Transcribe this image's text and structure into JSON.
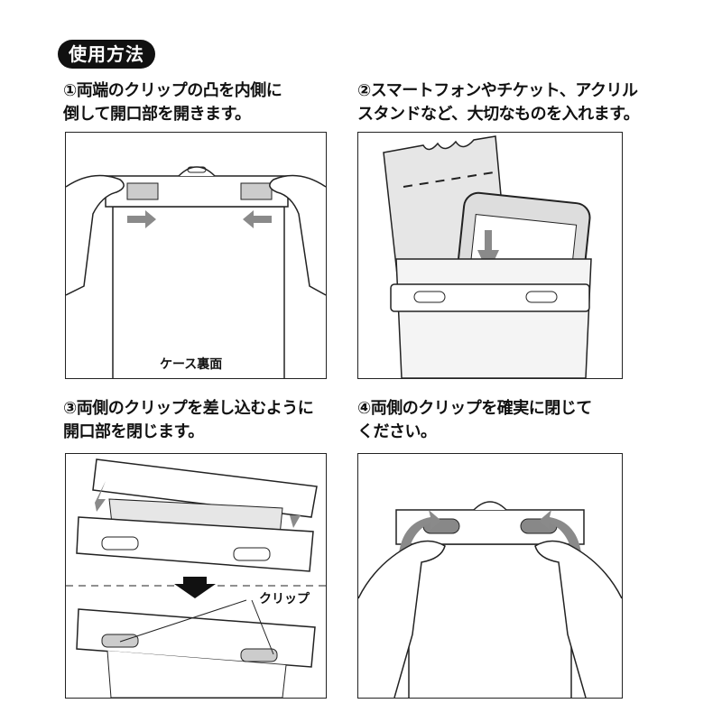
{
  "header": {
    "title": "使用方法"
  },
  "steps": [
    {
      "text": "①両端のクリップの凸を内側に\n倒して開口部を開きます。",
      "label": "ケース裏面"
    },
    {
      "text": "②スマートフォンやチケット、アクリル\nスタンドなど、大切なものを入れます。"
    },
    {
      "text": "③両側のクリップを差し込むように\n開口部を閉じます。",
      "label": "クリップ"
    },
    {
      "text": "④両側のクリップを確実に閉じて\nください。"
    }
  ],
  "colors": {
    "arrow": "#8a8a8a",
    "fill": "#e6e6e6",
    "line": "#222222"
  }
}
